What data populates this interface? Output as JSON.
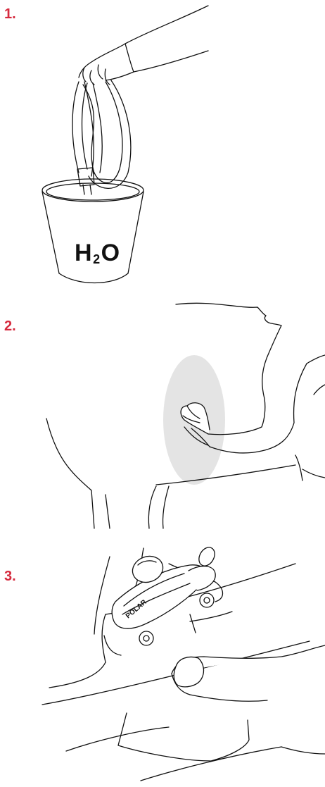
{
  "accent_color": "#d62a3e",
  "moisture_color": "#e4e4e4",
  "line_color": "#111111",
  "steps": [
    {
      "number": "1.",
      "label_parts": {
        "h": "H",
        "sub": "2",
        "o": "O"
      }
    },
    {
      "number": "2."
    },
    {
      "number": "3.",
      "device_logo": "POLAR"
    }
  ]
}
